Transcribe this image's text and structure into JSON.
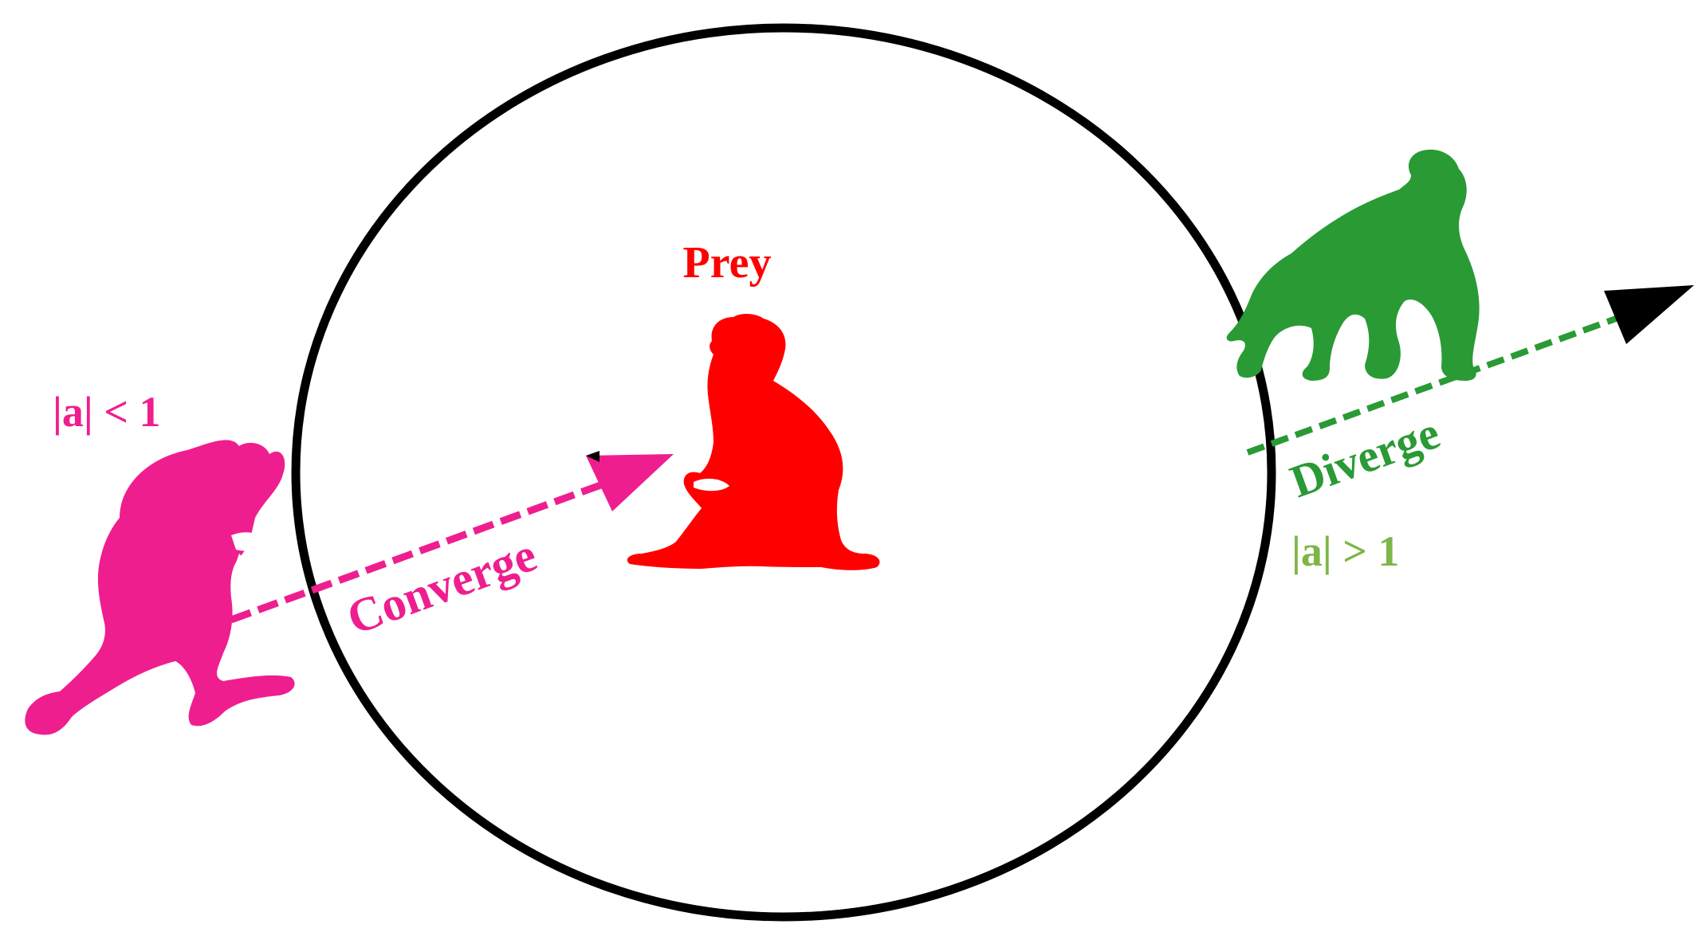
{
  "labels": {
    "prey": "Prey",
    "converge": "Converge",
    "diverge": "Diverge",
    "left_condition": "|a| < 1",
    "right_condition": "|a| > 1"
  },
  "colors": {
    "converge": "#ef1e8f",
    "prey": "#ff0000",
    "diverge": "#2a9a35",
    "diverge_condition": "#7fb547",
    "circle": "#000000",
    "arrowhead_right": "#000000"
  },
  "icons": {
    "left_animal": "chimpanzee-crouching-icon",
    "center_animal": "monkey-sitting-icon",
    "right_animal": "chimpanzee-walking-icon"
  }
}
